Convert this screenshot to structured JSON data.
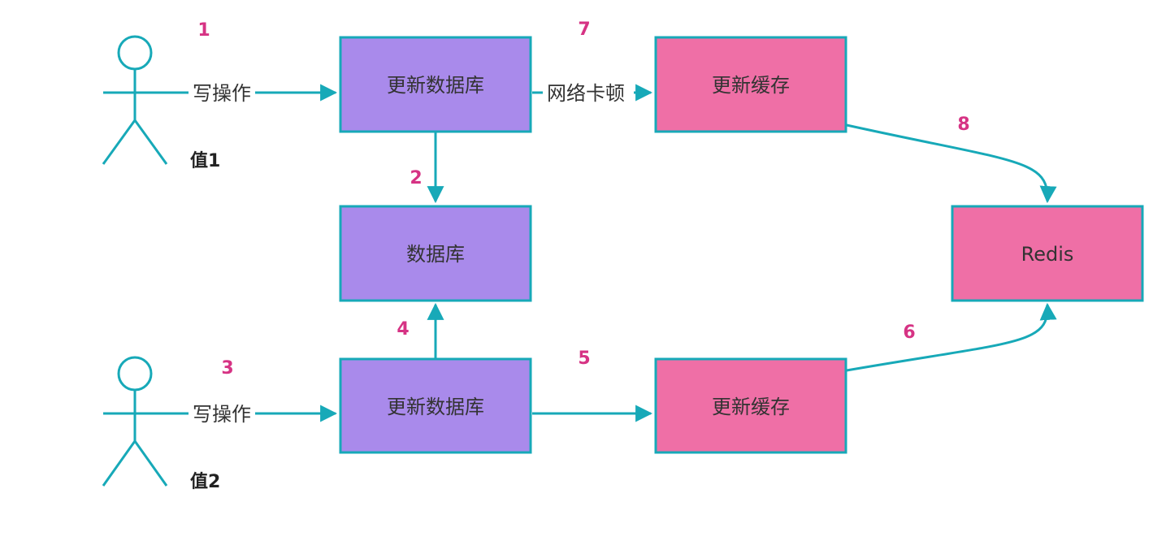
{
  "colors": {
    "stroke": "#17a9b8",
    "database_fill": "#a98aeb",
    "cache_fill": "#ef6fa6",
    "step_number": "#d63384"
  },
  "icons": {
    "actor": "stick-figure-icon"
  },
  "actors": [
    {
      "label": "值1"
    },
    {
      "label": "值2"
    }
  ],
  "nodes": {
    "update_db_1": "更新数据库",
    "update_cache_1": "更新缓存",
    "database": "数据库",
    "redis": "Redis",
    "update_db_2": "更新数据库",
    "update_cache_2": "更新缓存"
  },
  "edge_labels": {
    "write_op_1": "写操作",
    "network_lag": "网络卡顿",
    "write_op_2": "写操作"
  },
  "steps": {
    "s1": "1",
    "s2": "2",
    "s3": "3",
    "s4": "4",
    "s5": "5",
    "s6": "6",
    "s7": "7",
    "s8": "8"
  }
}
